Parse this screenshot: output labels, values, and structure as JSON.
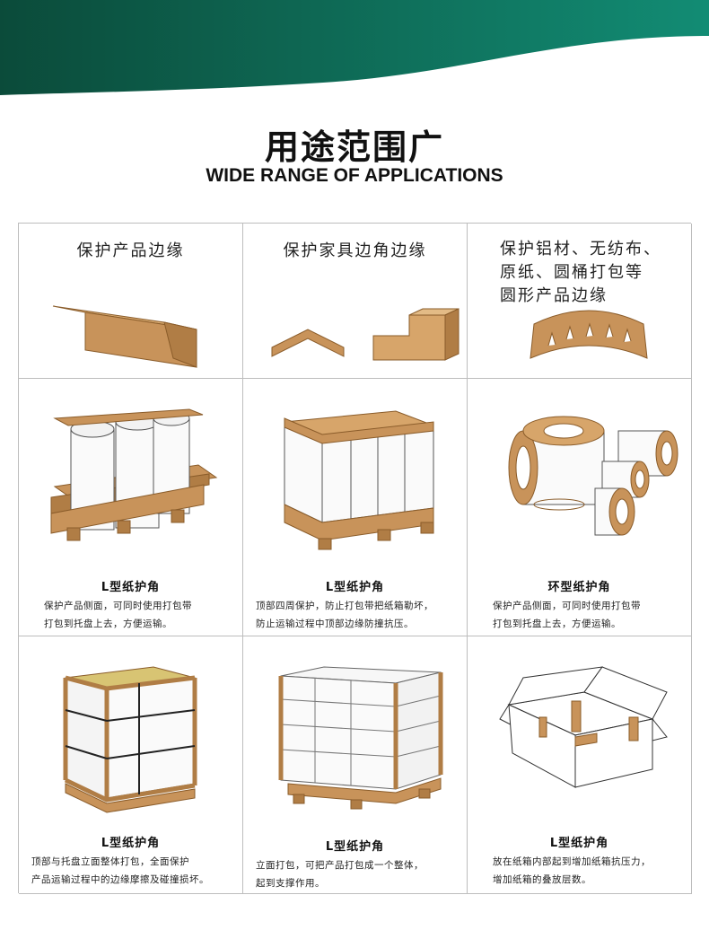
{
  "header": {
    "title_cn": "用途范围广",
    "title_en": "WIDE RANGE OF APPLICATIONS"
  },
  "colors": {
    "banner_dark": "#0b4b3a",
    "banner_light": "#128c74",
    "kraft": "#c8935a",
    "kraft_dark": "#a9743c"
  },
  "row1": [
    {
      "label": "保护产品边缘"
    },
    {
      "label": "保护家具边角边缘"
    },
    {
      "lines": [
        "保护铝材、无纺布、",
        "原纸、圆桶打包等",
        "圆形产品边缘"
      ]
    }
  ],
  "row2": [
    {
      "title": "L型纸护角",
      "desc": [
        "保护产品侧面，可同时使用打包带",
        "打包到托盘上去，方便运输。"
      ]
    },
    {
      "title": "L型纸护角",
      "desc": [
        "顶部四周保护，防止打包带把纸箱勒坏，",
        "防止运输过程中顶部边缘防撞抗压。"
      ]
    },
    {
      "title": "环型纸护角",
      "desc": [
        "保护产品侧面，可同时使用打包带",
        "打包到托盘上去，方便运输。"
      ]
    }
  ],
  "row3": [
    {
      "title": "L型纸护角",
      "desc": [
        "顶部与托盘立面整体打包，全面保护",
        "产品运输过程中的边缘摩擦及碰撞损坏。"
      ]
    },
    {
      "title": "L型纸护角",
      "desc": [
        "立面打包，可把产品打包成一个整体，",
        "起到支撑作用。"
      ]
    },
    {
      "title": "L型纸护角",
      "desc": [
        "放在纸箱内部起到增加纸箱抗压力，",
        "增加纸箱的叠放层数。"
      ]
    }
  ]
}
